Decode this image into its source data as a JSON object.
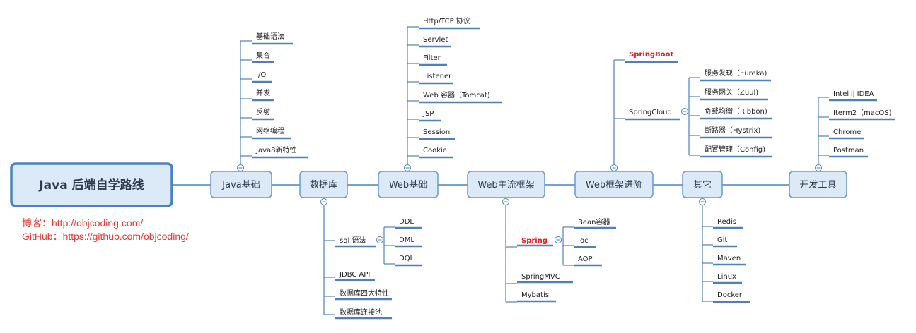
{
  "root": "Java 后端自学路线",
  "blog": "博客：http://objcoding.com/",
  "github": "GitHub：https://github.com/objcoding/",
  "main_nodes": [
    "Java基础",
    "数据库",
    "Web基础",
    "Web主流框架",
    "Web框架进阶",
    "其它",
    "开发工具"
  ],
  "java_basics": [
    "基础语法",
    "集合",
    "I/O",
    "并发",
    "反射",
    "网络编程",
    "Java8新特性"
  ],
  "database": {
    "sql": "sql 语法",
    "sql_children": [
      "DDL",
      "DML",
      "DQL"
    ],
    "others": [
      "JDBC API",
      "数据库四大特性",
      "数据库连接池"
    ]
  },
  "web_basics": [
    "Http/TCP 协议",
    "Servlet",
    "Filter",
    "Listener",
    "Web 容器（Tomcat)",
    "JSP",
    "Session",
    "Cookie"
  ],
  "web_frameworks": {
    "spring": "Spring",
    "spring_children": [
      "Bean容器",
      "Ioc",
      "AOP"
    ],
    "others": [
      "SpringMVC",
      "Mybatis"
    ]
  },
  "web_advanced": {
    "springboot": "SpringBoot",
    "springcloud": "SpringCloud",
    "springcloud_children": [
      "服务发现（Eureka)",
      "服务网关（Zuul)",
      "负载均衡（Ribbon)",
      "断路器（Hystrix)",
      "配置管理（Config)"
    ]
  },
  "others": [
    "Redis",
    "Git",
    "Maven",
    "Linux",
    "Docker"
  ],
  "dev_tools": [
    "Intellij IDEA",
    "Iterm2（macOS)",
    "Chrome",
    "Postman"
  ],
  "colors": {
    "line": "#4f80bd",
    "node_fill": "#dce9f7",
    "node_border": "#6a98cf",
    "root_border": "#4a82c4",
    "highlight": "#e02020"
  }
}
